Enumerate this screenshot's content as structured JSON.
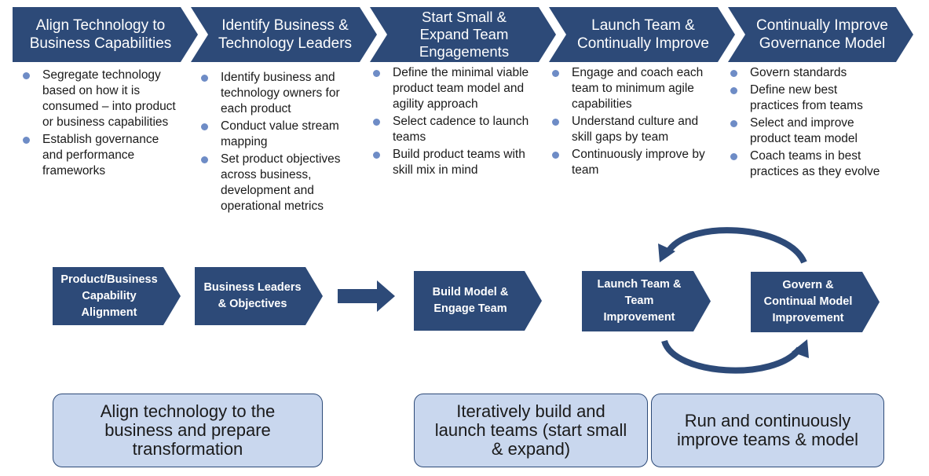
{
  "colors": {
    "chevron": "#2d4a78",
    "bullet": "#6e8cc6",
    "summary_fill": "#c9d7ee"
  },
  "phases": [
    {
      "title": "Align Technology to\nBusiness Capabilities",
      "bullets": [
        "Segregate technology based on how it is consumed – into product or business capabilities",
        "Establish governance and performance frameworks"
      ]
    },
    {
      "title": "Identify Business &\nTechnology Leaders",
      "bullets": [
        "Identify business and technology owners for each product",
        "Conduct value stream mapping",
        "Set product objectives across business, development and operational metrics"
      ]
    },
    {
      "title": "Start Small &\nExpand Team\nEngagements",
      "bullets": [
        "Define the minimal viable product team model and agility approach",
        "Select cadence to launch teams",
        "Build product teams with skill mix in mind"
      ]
    },
    {
      "title": "Launch Team &\nContinually Improve",
      "bullets": [
        "Engage and coach each team to minimum agile capabilities",
        "Understand culture and skill gaps by team",
        "Continuously improve by team"
      ]
    },
    {
      "title": "Continually Improve\nGovernance Model",
      "bullets": [
        "Govern standards",
        "Define new best practices from teams",
        "Select and improve product team model",
        "Coach teams in best practices as they evolve"
      ]
    }
  ],
  "steps": [
    "Product/Business\nCapability\nAlignment",
    "Business Leaders\n& Objectives",
    "Build Model &\nEngage Team",
    "Launch Team &\nTeam\nImprovement",
    "Govern &\nContinual Model\nImprovement"
  ],
  "summaries": [
    "Align technology to the\nbusiness and prepare\ntransformation",
    "Iteratively build and\nlaunch teams (start small\n& expand)",
    "Run and continuously\nimprove teams & model"
  ]
}
